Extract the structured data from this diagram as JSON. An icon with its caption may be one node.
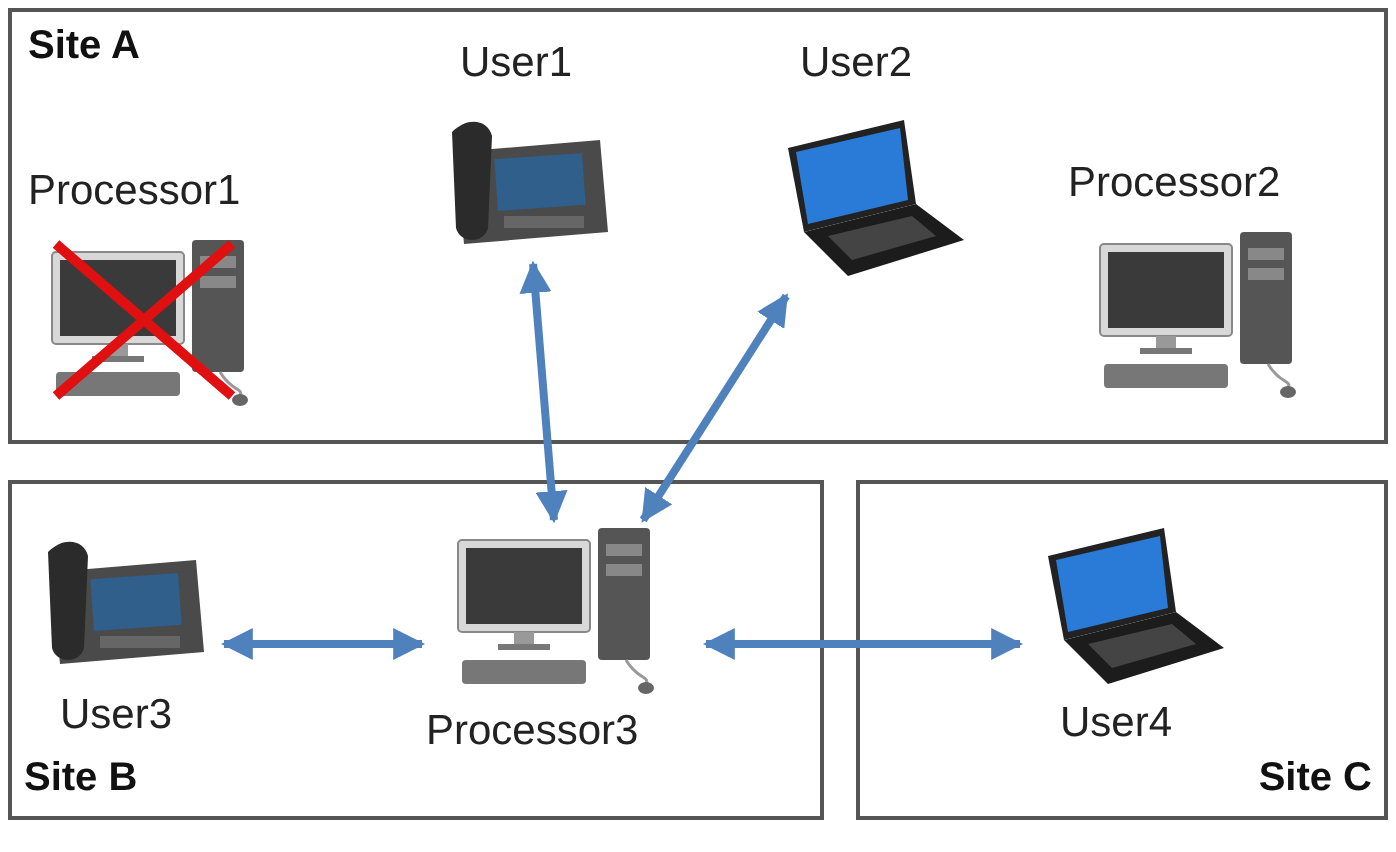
{
  "diagram": {
    "nodes": [
      {
        "text": [
          "Site A"
        ]
      },
      {
        "text": [
          "Processor1"
        ],
        "in": 0
      },
      {
        "text": [
          "User1"
        ],
        "in": 0
      },
      {
        "text": [
          "User2"
        ],
        "in": 0
      },
      {
        "text": [
          "Processor2"
        ],
        "in": 0
      },
      {
        "text": [
          "Site B"
        ]
      },
      {
        "text": [
          "User3"
        ],
        "in": 5
      },
      {
        "text": [
          "Processor3"
        ],
        "in": 5
      },
      {
        "text": [
          "Site C"
        ]
      },
      {
        "text": [
          "User4"
        ],
        "in": 8
      }
    ],
    "edges": [
      {
        "from": 7,
        "to": 2,
        "arrow": "both"
      },
      {
        "from": 7,
        "to": 3,
        "arrow": "both"
      },
      {
        "from": 7,
        "to": 6,
        "arrow": "both"
      },
      {
        "from": 7,
        "to": 9,
        "arrow": "both"
      }
    ]
  }
}
